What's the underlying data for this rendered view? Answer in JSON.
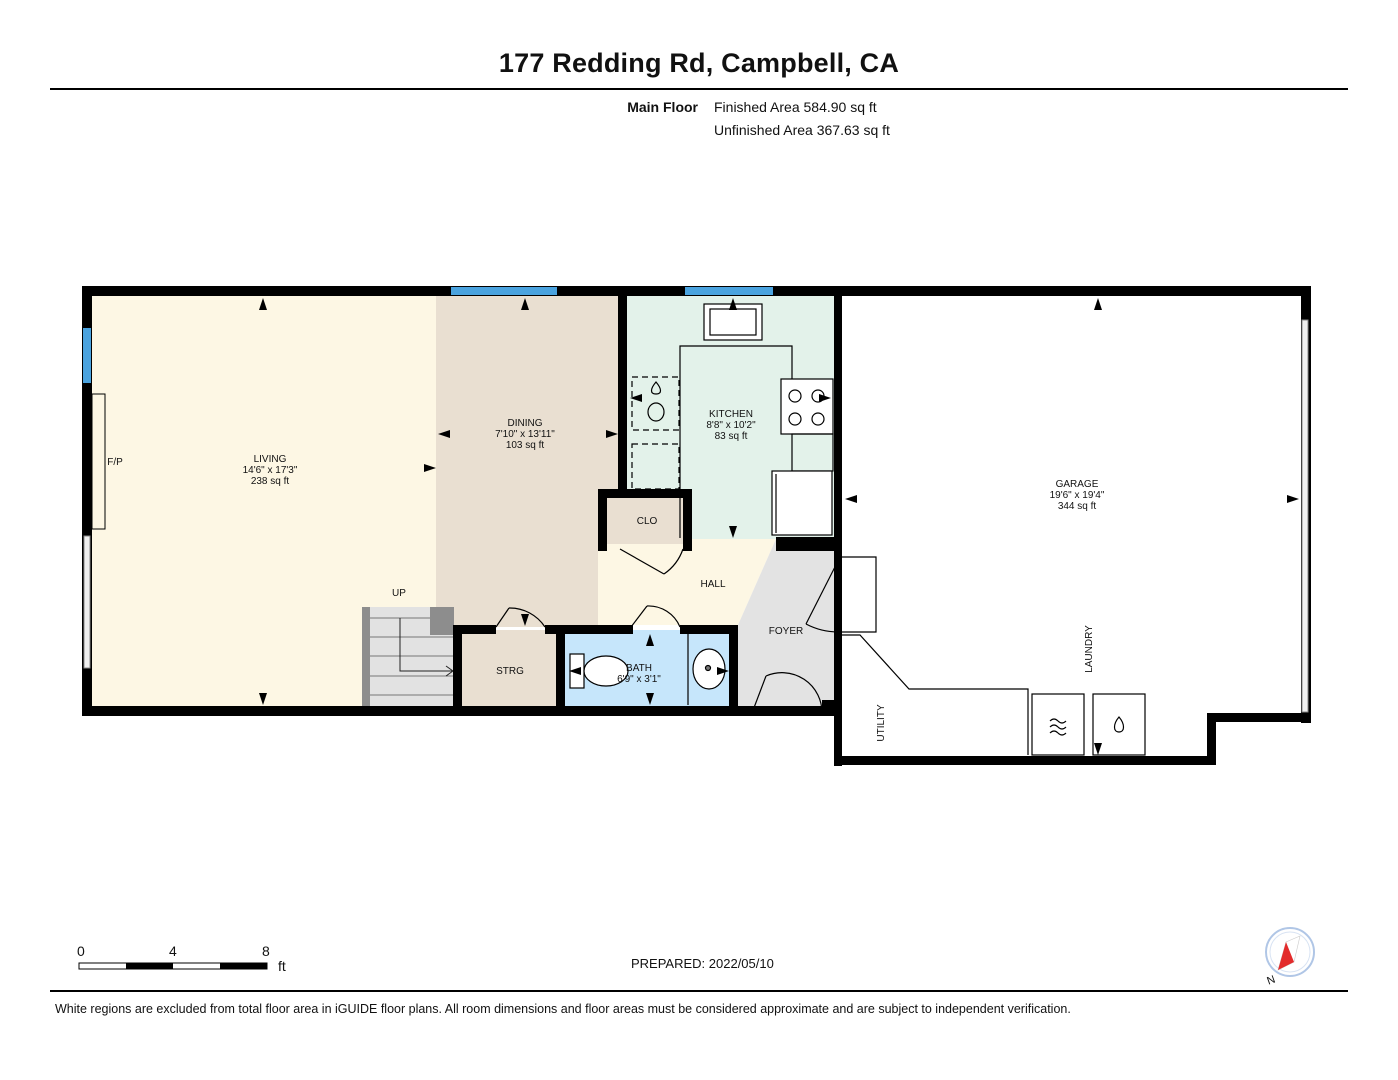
{
  "header": {
    "address": "177 Redding Rd, Campbell, CA",
    "floor_name": "Main Floor",
    "finished_area": "Finished Area 584.90 sq ft",
    "unfinished_area": "Unfinished Area 367.63 sq ft"
  },
  "rooms": {
    "living": {
      "name": "LIVING",
      "dims": "14'6\" x 17'3\"",
      "area": "238 sq ft"
    },
    "dining": {
      "name": "DINING",
      "dims": "7'10\" x 13'11\"",
      "area": "103 sq ft"
    },
    "kitchen": {
      "name": "KITCHEN",
      "dims": "8'8\" x 10'2\"",
      "area": "83 sq ft"
    },
    "garage": {
      "name": "GARAGE",
      "dims": "19'6\" x 19'4\"",
      "area": "344 sq ft"
    },
    "bath": {
      "name": "BATH",
      "dims": "6'9\" x 3'1\""
    },
    "clo": {
      "name": "CLO"
    },
    "hall": {
      "name": "HALL"
    },
    "foyer": {
      "name": "FOYER"
    },
    "strg": {
      "name": "STRG"
    },
    "utility": {
      "name": "UTILITY"
    },
    "laundry": {
      "name": "LAUNDRY"
    },
    "fireplace": {
      "name": "F/P"
    },
    "stairs": {
      "name": "UP"
    }
  },
  "scale": {
    "ticks": [
      "0",
      "4",
      "8"
    ],
    "unit": "ft"
  },
  "compass": {
    "label": "N",
    "icon": "compass-icon"
  },
  "footer": {
    "prepared": "PREPARED: 2022/05/10",
    "disclaimer": "White regions are excluded from total floor area in iGUIDE floor plans. All room dimensions and floor areas must be considered approximate and are subject to independent verification."
  },
  "colors": {
    "living": "#fdf7e4",
    "dining": "#e9dfd1",
    "kitchen": "#e3f2ea",
    "hall": "#fdf7e4",
    "foyer": "#e3e3e3",
    "bath": "#c6e6fb",
    "storage": "#e9dfd1",
    "stairs": "#e2e2e2",
    "window": "#4aa3df",
    "wall": "#000000",
    "compass_needle": "#e32b2b"
  }
}
